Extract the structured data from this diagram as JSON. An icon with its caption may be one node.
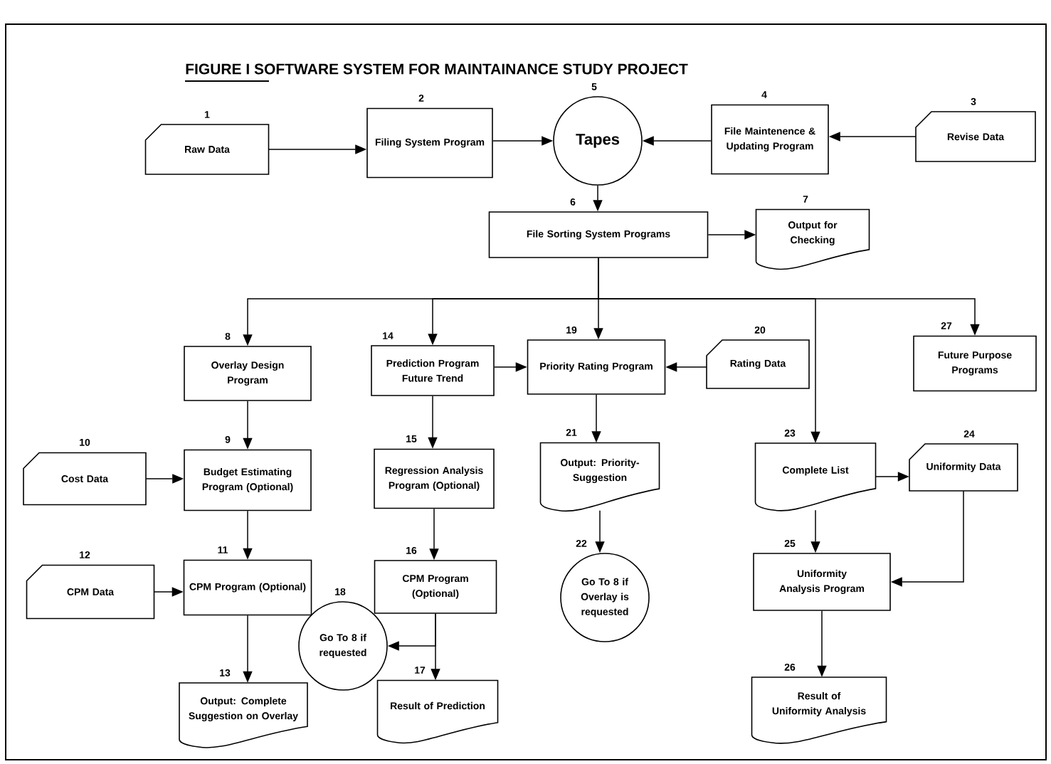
{
  "diagram": {
    "title": "FIGURE I SOFTWARE SYSTEM FOR MAINTAINANCE STUDY PROJECT",
    "nodes": [
      {
        "text": [
          "Raw Data"
        ],
        "beside": [
          "1"
        ]
      },
      {
        "text": [
          "Filing System Program"
        ],
        "beside": [
          "2"
        ]
      },
      {
        "text": [
          "Revise Data"
        ],
        "beside": [
          "3"
        ]
      },
      {
        "text": [
          "File Maintenence & Updating Program"
        ],
        "beside": [
          "4"
        ]
      },
      {
        "text": [
          "Tapes"
        ],
        "beside": [
          "5"
        ]
      },
      {
        "text": [
          "File Sorting System Programs"
        ],
        "beside": [
          "6"
        ]
      },
      {
        "text": [
          "Output for Checking"
        ],
        "beside": [
          "7"
        ]
      },
      {
        "text": [
          "Overlay Design Program"
        ],
        "beside": [
          "8"
        ]
      },
      {
        "text": [
          "Budget Estimating Program (Optional)"
        ],
        "beside": [
          "9"
        ]
      },
      {
        "text": [
          "Cost Data"
        ],
        "beside": [
          "10"
        ]
      },
      {
        "text": [
          "CPM Program (Optional)"
        ],
        "beside": [
          "11"
        ]
      },
      {
        "text": [
          "CPM Data"
        ],
        "beside": [
          "12"
        ]
      },
      {
        "text": [
          "Output: Complete Suggestion on Overlay"
        ],
        "beside": [
          "13"
        ]
      },
      {
        "text": [
          "Prediction Program Future Trend"
        ],
        "beside": [
          "14"
        ]
      },
      {
        "text": [
          "Regression Analysis Program (Optional)"
        ],
        "beside": [
          "15"
        ]
      },
      {
        "text": [
          "CPM Program (Optional)"
        ],
        "beside": [
          "16"
        ]
      },
      {
        "text": [
          "Result of Prediction"
        ],
        "beside": [
          "17"
        ]
      },
      {
        "text": [
          "Go To 8 if requested"
        ],
        "beside": [
          "18"
        ]
      },
      {
        "text": [
          "Priority Rating Program"
        ],
        "beside": [
          "19"
        ]
      },
      {
        "text": [
          "Rating Data"
        ],
        "beside": [
          "20"
        ]
      },
      {
        "text": [
          "Output: Priority-Suggestion"
        ],
        "beside": [
          "21"
        ]
      },
      {
        "text": [
          "Go To 8 if Overlay is requested"
        ],
        "beside": [
          "22"
        ]
      },
      {
        "text": [
          "Complete List"
        ],
        "beside": [
          "23"
        ]
      },
      {
        "text": [
          "Uniformity Data"
        ],
        "beside": [
          "24"
        ]
      },
      {
        "text": [
          "Uniformity Analysis Program"
        ],
        "beside": [
          "25"
        ]
      },
      {
        "text": [
          "Result of Uniformity Analysis"
        ],
        "beside": [
          "26"
        ]
      },
      {
        "text": [
          "Future Purpose Programs"
        ],
        "beside": [
          "27"
        ]
      }
    ],
    "edges": [
      {
        "from": 0,
        "to": 1,
        "arrow": "to"
      },
      {
        "from": 1,
        "to": 4,
        "arrow": "to"
      },
      {
        "from": 3,
        "to": 4,
        "arrow": "to"
      },
      {
        "from": 2,
        "to": 3,
        "arrow": "to"
      },
      {
        "from": 4,
        "to": 5,
        "arrow": "to"
      },
      {
        "from": 5,
        "to": 6,
        "arrow": "to"
      },
      {
        "from": 5,
        "to": 7,
        "arrow": "to"
      },
      {
        "from": 5,
        "to": 13,
        "arrow": "to"
      },
      {
        "from": 5,
        "to": 18,
        "arrow": "to"
      },
      {
        "from": 5,
        "to": 22,
        "arrow": "to"
      },
      {
        "from": 5,
        "to": 26,
        "arrow": "to"
      },
      {
        "from": 7,
        "to": 8,
        "arrow": "to"
      },
      {
        "from": 9,
        "to": 8,
        "arrow": "to"
      },
      {
        "from": 8,
        "to": 10,
        "arrow": "to"
      },
      {
        "from": 11,
        "to": 10,
        "arrow": "to"
      },
      {
        "from": 10,
        "to": 12,
        "arrow": "to"
      },
      {
        "from": 13,
        "to": 18,
        "arrow": "to"
      },
      {
        "from": 13,
        "to": 14,
        "arrow": "to"
      },
      {
        "from": 14,
        "to": 15,
        "arrow": "to"
      },
      {
        "from": 15,
        "to": 16,
        "arrow": "to"
      },
      {
        "from": 15,
        "to": 17,
        "arrow": "to"
      },
      {
        "from": 19,
        "to": 18,
        "arrow": "to"
      },
      {
        "from": 18,
        "to": 20,
        "arrow": "to"
      },
      {
        "from": 20,
        "to": 21,
        "arrow": "to"
      },
      {
        "from": 22,
        "to": 23,
        "arrow": "to"
      },
      {
        "from": 22,
        "to": 24,
        "arrow": "to"
      },
      {
        "from": 23,
        "to": 24,
        "arrow": "to"
      },
      {
        "from": 24,
        "to": 25,
        "arrow": "to"
      }
    ]
  }
}
